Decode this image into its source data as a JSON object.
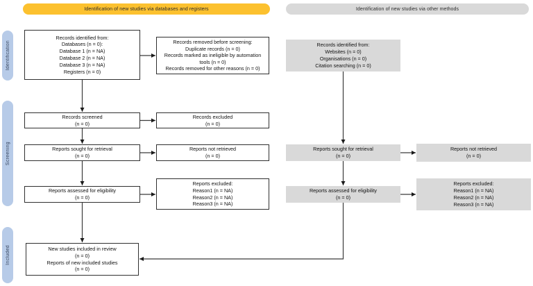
{
  "headers": {
    "databases": {
      "label": "Identification of new studies via databases and registers",
      "bg": "#fcc12f"
    },
    "other": {
      "label": "Identification of new studies via other methods",
      "bg": "#d9d9d9"
    }
  },
  "sidebar": {
    "identification": "Identification",
    "screening": "Screening",
    "included": "Included",
    "bg": "#b7cbe8"
  },
  "colors": {
    "accent_yellow": "#fcc12f",
    "box_gray": "#d9d9d9",
    "sidebar_blue": "#b7cbe8",
    "line": "#3a3a3a"
  },
  "boxes": {
    "db_identified": {
      "lines": [
        "Records identified from:",
        "Databases (n = 0):",
        "Database 1 (n = NA)",
        "Database 2 (n = NA)",
        "Database 3 (n = NA)",
        "Registers (n = 0)"
      ]
    },
    "records_removed": {
      "lines": [
        "Records removed before screening:",
        "Duplicate records (n = 0)",
        "Records marked as ineligible by automation tools (n = 0)",
        "Records removed for other reasons (n = 0)"
      ]
    },
    "records_screened": {
      "lines": [
        "Records screened",
        "(n = 0)"
      ]
    },
    "records_excluded": {
      "lines": [
        "Records excluded",
        "(n = 0)"
      ]
    },
    "reports_sought": {
      "lines": [
        "Reports sought for retrieval",
        "(n = 0)"
      ]
    },
    "reports_not_retrieved": {
      "lines": [
        "Reports not retrieved",
        "(n = 0)"
      ]
    },
    "reports_assessed": {
      "lines": [
        "Reports assessed for eligibility",
        "(n = 0)"
      ]
    },
    "reports_excluded": {
      "lines": [
        "Reports excluded:",
        "Reason1 (n = NA)",
        "Reason2 (n = NA)",
        "Reason3 (n = NA)"
      ]
    },
    "new_included": {
      "lines": [
        "New studies included in review",
        "(n = 0)",
        "Reports of new included studies",
        "(n = 0)"
      ]
    },
    "other_identified": {
      "lines": [
        "Records identified from:",
        "Websites (n = 0)",
        "Organisations (n = 0)",
        "Citation searching (n = 0)"
      ]
    },
    "other_sought": {
      "lines": [
        "Reports sought for retrieval",
        "(n = 0)"
      ]
    },
    "other_not_retrieved": {
      "lines": [
        "Reports not retrieved",
        "(n = 0)"
      ]
    },
    "other_assessed": {
      "lines": [
        "Reports assessed for eligibility",
        "(n = 0)"
      ]
    },
    "other_excluded": {
      "lines": [
        "Reports excluded:",
        "Reason1 (n = NA)",
        "Reason2 (n = NA)",
        "Reason3 (n = NA)"
      ]
    }
  }
}
